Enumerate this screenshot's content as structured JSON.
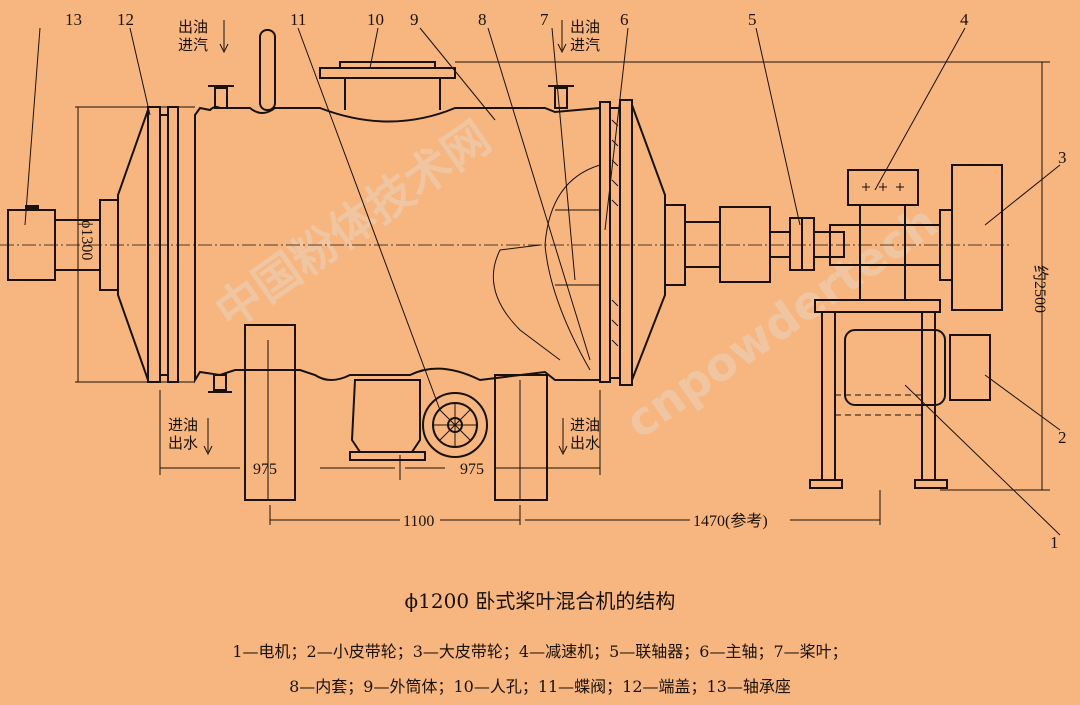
{
  "caption": {
    "title": "ϕ1200 卧式桨叶混合机的结构",
    "legend_line1": "1—电机；2—小皮带轮；3—大皮带轮；4—减速机；5—联轴器；6—主轴；7—桨叶；",
    "legend_line2": "8—内套；9—外筒体；10—人孔；11—蝶阀；12—端盖；13—轴承座"
  },
  "part_labels": [
    "1",
    "2",
    "3",
    "4",
    "5",
    "6",
    "7",
    "8",
    "9",
    "10",
    "11",
    "12",
    "13"
  ],
  "flow_labels": {
    "top_left": [
      "出油",
      "进汽"
    ],
    "top_right": [
      "出油",
      "进汽"
    ],
    "bottom_left": [
      "进油",
      "出水"
    ],
    "bottom_right": [
      "进油",
      "出水"
    ]
  },
  "dimensions": {
    "diameter": "ϕ1300",
    "height": "约2500",
    "left_half": "975",
    "right_half": "975",
    "leg_spacing": "1100",
    "drive_offset": "1470(参考)"
  },
  "watermark": {
    "cn": "中国粉体技术网",
    "en": "cnpowdertech"
  }
}
